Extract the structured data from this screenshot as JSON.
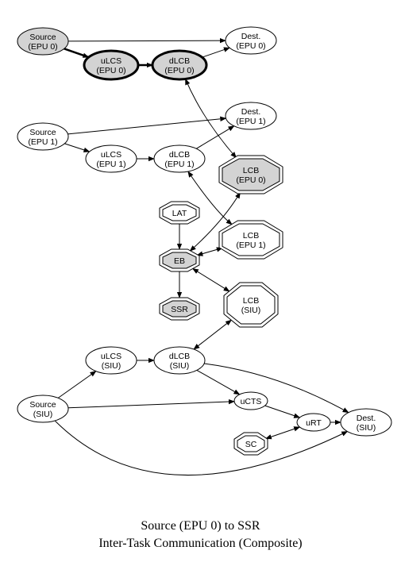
{
  "diagram": {
    "nodes": [
      {
        "id": "src_epu0",
        "lines": [
          "Source",
          "(EPU 0)"
        ],
        "shape": "ellipse",
        "fill": "#d3d3d3",
        "bold": false
      },
      {
        "id": "dest_epu0",
        "lines": [
          "Dest.",
          "(EPU 0)"
        ],
        "shape": "ellipse",
        "fill": "#ffffff",
        "bold": false
      },
      {
        "id": "ulcs_epu0",
        "lines": [
          "uLCS",
          "(EPU 0)"
        ],
        "shape": "ellipse",
        "fill": "#d3d3d3",
        "bold": true
      },
      {
        "id": "dlcb_epu0",
        "lines": [
          "dLCB",
          "(EPU 0)"
        ],
        "shape": "ellipse",
        "fill": "#d3d3d3",
        "bold": true
      },
      {
        "id": "src_epu1",
        "lines": [
          "Source",
          "(EPU 1)"
        ],
        "shape": "ellipse",
        "fill": "#ffffff",
        "bold": false
      },
      {
        "id": "dest_epu1",
        "lines": [
          "Dest.",
          "(EPU 1)"
        ],
        "shape": "ellipse",
        "fill": "#ffffff",
        "bold": false
      },
      {
        "id": "ulcs_epu1",
        "lines": [
          "uLCS",
          "(EPU 1)"
        ],
        "shape": "ellipse",
        "fill": "#ffffff",
        "bold": false
      },
      {
        "id": "dlcb_epu1",
        "lines": [
          "dLCB",
          "(EPU 1)"
        ],
        "shape": "ellipse",
        "fill": "#ffffff",
        "bold": false
      },
      {
        "id": "lcb_epu0",
        "lines": [
          "LCB",
          "(EPU 0)"
        ],
        "shape": "doubleoctagon",
        "fill": "#d3d3d3",
        "bold": false
      },
      {
        "id": "lat",
        "lines": [
          "LAT"
        ],
        "shape": "doubleoctagon",
        "fill": "#ffffff",
        "bold": false
      },
      {
        "id": "lcb_epu1",
        "lines": [
          "LCB",
          "(EPU 1)"
        ],
        "shape": "doubleoctagon",
        "fill": "#ffffff",
        "bold": false
      },
      {
        "id": "eb",
        "lines": [
          "EB"
        ],
        "shape": "doubleoctagon",
        "fill": "#d3d3d3",
        "bold": false
      },
      {
        "id": "ssr",
        "lines": [
          "SSR"
        ],
        "shape": "doubleoctagon",
        "fill": "#d3d3d3",
        "bold": false
      },
      {
        "id": "lcb_siu",
        "lines": [
          "LCB",
          "(SIU)"
        ],
        "shape": "doubleoctagon",
        "fill": "#ffffff",
        "bold": false
      },
      {
        "id": "ulcs_siu",
        "lines": [
          "uLCS",
          "(SIU)"
        ],
        "shape": "ellipse",
        "fill": "#ffffff",
        "bold": false
      },
      {
        "id": "dlcb_siu",
        "lines": [
          "dLCB",
          "(SIU)"
        ],
        "shape": "ellipse",
        "fill": "#ffffff",
        "bold": false
      },
      {
        "id": "src_siu",
        "lines": [
          "Source",
          "(SIU)"
        ],
        "shape": "ellipse",
        "fill": "#ffffff",
        "bold": false
      },
      {
        "id": "ucts",
        "lines": [
          "uCTS"
        ],
        "shape": "ellipse",
        "fill": "#ffffff",
        "bold": false
      },
      {
        "id": "urt",
        "lines": [
          "uRT"
        ],
        "shape": "ellipse",
        "fill": "#ffffff",
        "bold": false
      },
      {
        "id": "dest_siu",
        "lines": [
          "Dest.",
          "(SIU)"
        ],
        "shape": "ellipse",
        "fill": "#ffffff",
        "bold": false
      },
      {
        "id": "sc",
        "lines": [
          "SC"
        ],
        "shape": "doubleoctagon",
        "fill": "#ffffff",
        "bold": false
      }
    ],
    "edges": [
      {
        "from": "src_epu0",
        "to": "dest_epu0",
        "dir": "forward",
        "bold": false
      },
      {
        "from": "src_epu0",
        "to": "ulcs_epu0",
        "dir": "forward",
        "bold": true
      },
      {
        "from": "ulcs_epu0",
        "to": "dlcb_epu0",
        "dir": "forward",
        "bold": true
      },
      {
        "from": "dlcb_epu0",
        "to": "dest_epu0",
        "dir": "forward",
        "bold": false
      },
      {
        "from": "dlcb_epu0",
        "to": "lcb_epu0",
        "dir": "both",
        "bold": false
      },
      {
        "from": "src_epu1",
        "to": "dest_epu1",
        "dir": "forward",
        "bold": false
      },
      {
        "from": "src_epu1",
        "to": "ulcs_epu1",
        "dir": "forward",
        "bold": false
      },
      {
        "from": "ulcs_epu1",
        "to": "dlcb_epu1",
        "dir": "forward",
        "bold": false
      },
      {
        "from": "dlcb_epu1",
        "to": "dest_epu1",
        "dir": "forward",
        "bold": false
      },
      {
        "from": "dlcb_epu1",
        "to": "lcb_epu1",
        "dir": "both",
        "bold": false
      },
      {
        "from": "lcb_epu0",
        "to": "eb",
        "dir": "both",
        "bold": false
      },
      {
        "from": "lat",
        "to": "eb",
        "dir": "forward",
        "bold": false
      },
      {
        "from": "lcb_epu1",
        "to": "eb",
        "dir": "both",
        "bold": false
      },
      {
        "from": "eb",
        "to": "ssr",
        "dir": "forward",
        "bold": false
      },
      {
        "from": "eb",
        "to": "lcb_siu",
        "dir": "both",
        "bold": false
      },
      {
        "from": "lcb_siu",
        "to": "dlcb_siu",
        "dir": "both",
        "bold": false
      },
      {
        "from": "src_siu",
        "to": "ulcs_siu",
        "dir": "forward",
        "bold": false
      },
      {
        "from": "ulcs_siu",
        "to": "dlcb_siu",
        "dir": "forward",
        "bold": false
      },
      {
        "from": "dlcb_siu",
        "to": "ucts",
        "dir": "forward",
        "bold": false
      },
      {
        "from": "dlcb_siu",
        "to": "dest_siu",
        "dir": "forward",
        "bold": false
      },
      {
        "from": "src_siu",
        "to": "ucts",
        "dir": "forward",
        "bold": false
      },
      {
        "from": "ucts",
        "to": "urt",
        "dir": "forward",
        "bold": false
      },
      {
        "from": "urt",
        "to": "dest_siu",
        "dir": "forward",
        "bold": false
      },
      {
        "from": "sc",
        "to": "urt",
        "dir": "both",
        "bold": false
      },
      {
        "from": "src_siu",
        "to": "dest_siu",
        "dir": "forward",
        "bold": false
      }
    ]
  },
  "caption": {
    "line1": "Source (EPU 0) to SSR",
    "line2": "Inter-Task Communication (Composite)"
  }
}
